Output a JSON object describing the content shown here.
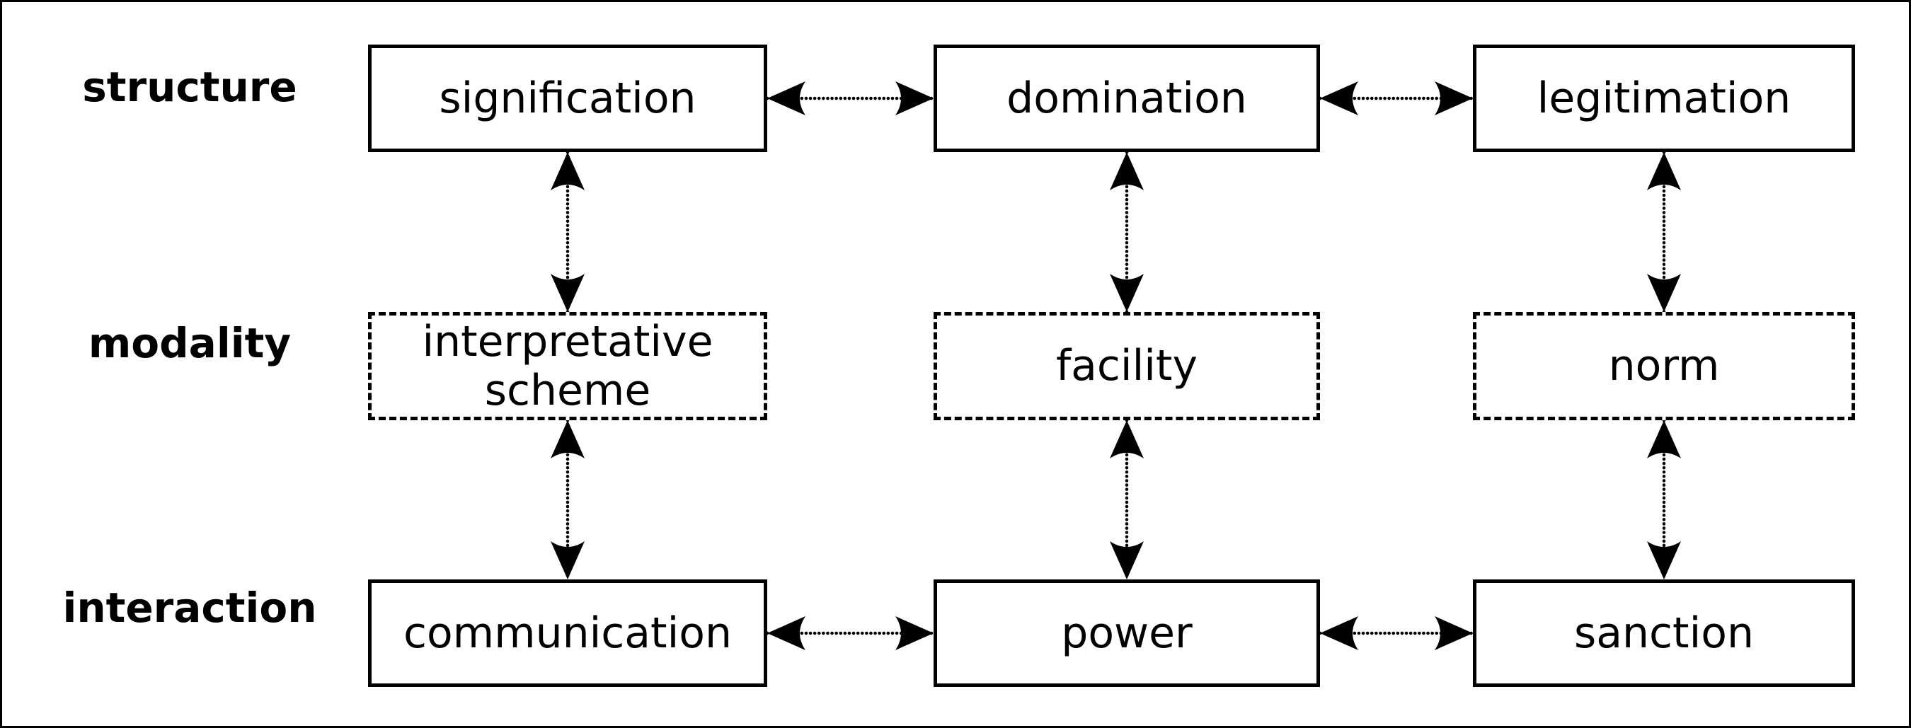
{
  "diagram": {
    "rows": [
      {
        "label": "structure",
        "box_style": "solid",
        "boxes": [
          "signification",
          "domination",
          "legitimation"
        ]
      },
      {
        "label": "modality",
        "box_style": "dashed",
        "boxes": [
          "interpretative\nscheme",
          "facility",
          "norm"
        ]
      },
      {
        "label": "interaction",
        "box_style": "solid",
        "boxes": [
          "communication",
          "power",
          "sanction"
        ]
      }
    ],
    "arrows": {
      "style": "dotted-shaft-double-headed",
      "horizontal_pairs": [
        [
          "signification",
          "domination"
        ],
        [
          "domination",
          "legitimation"
        ],
        [
          "communication",
          "power"
        ],
        [
          "power",
          "sanction"
        ]
      ],
      "vertical_pairs": [
        [
          "signification",
          "interpretative scheme"
        ],
        [
          "interpretative scheme",
          "communication"
        ],
        [
          "domination",
          "facility"
        ],
        [
          "facility",
          "power"
        ],
        [
          "legitimation",
          "norm"
        ],
        [
          "norm",
          "sanction"
        ]
      ]
    },
    "colors": {
      "ink": "#000000",
      "background": "#ffffff"
    }
  }
}
